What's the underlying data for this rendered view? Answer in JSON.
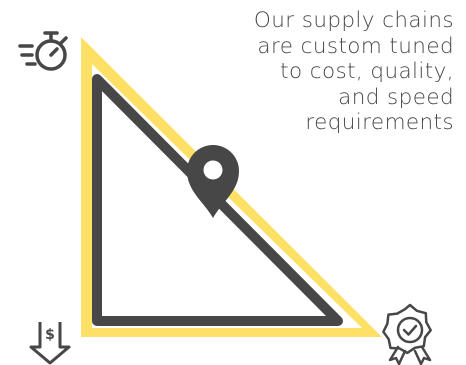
{
  "caption": {
    "lines": [
      "Our supply chains",
      "are custom tuned",
      "to cost, quality,",
      "and speed",
      "requirements"
    ]
  },
  "colors": {
    "accent_yellow": "#FFE066",
    "dark_gray": "#474747",
    "background": "#FFFFFF"
  },
  "icons": {
    "top_left": "stopwatch-icon",
    "bottom_left": "download-dollar-icon",
    "bottom_right": "quality-badge-icon",
    "center": "map-pin-icon"
  }
}
